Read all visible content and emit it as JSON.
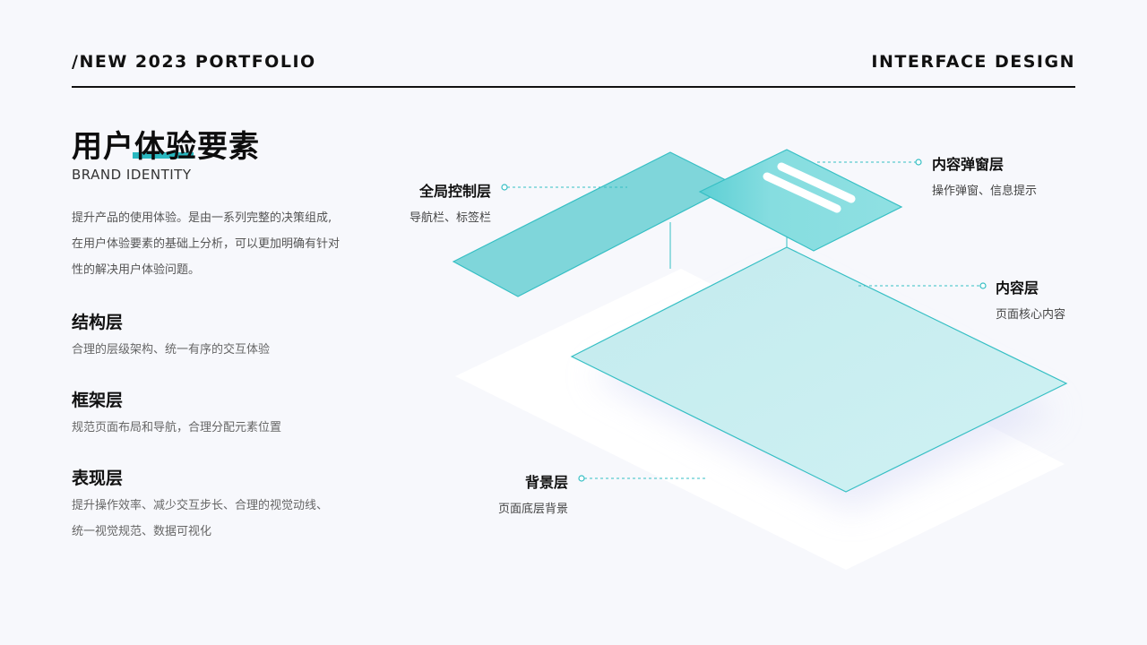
{
  "header": {
    "left_text": "/NEW 2023 PORTFOLIO",
    "right_text": "INTERFACE DESIGN"
  },
  "title": {
    "main": "用户体验要素",
    "subtitle": "BRAND IDENTITY"
  },
  "intro": {
    "lines": [
      "提升产品的使用体验。是由一系列完整的决策组成,",
      "在用户体验要素的基础上分析，可以更加明确有针对",
      "性的解决用户体验问题。"
    ]
  },
  "sections": [
    {
      "heading": "结构层",
      "desc": [
        "合理的层级架构、统一有序的交互体验"
      ]
    },
    {
      "heading": "框架层",
      "desc": [
        "规范页面布局和导航，合理分配元素位置"
      ]
    },
    {
      "heading": "表现层",
      "desc": [
        "提升操作效率、减少交互步长、合理的视觉动线、",
        "统一视觉规范、数据可视化"
      ]
    }
  ],
  "layers": {
    "global": {
      "name": "全局控制层",
      "sub": "导航栏、标签栏"
    },
    "popup": {
      "name": "内容弹窗层",
      "sub": "操作弹窗、信息提示"
    },
    "content": {
      "name": "内容层",
      "sub": "页面核心内容"
    },
    "background": {
      "name": "背景层",
      "sub": "页面底层背景"
    }
  },
  "colors": {
    "accent": "#2ab8c0",
    "layer_teal": "#7fd9dc",
    "layer_light": "#c9eef0",
    "text_dark": "#111111"
  }
}
